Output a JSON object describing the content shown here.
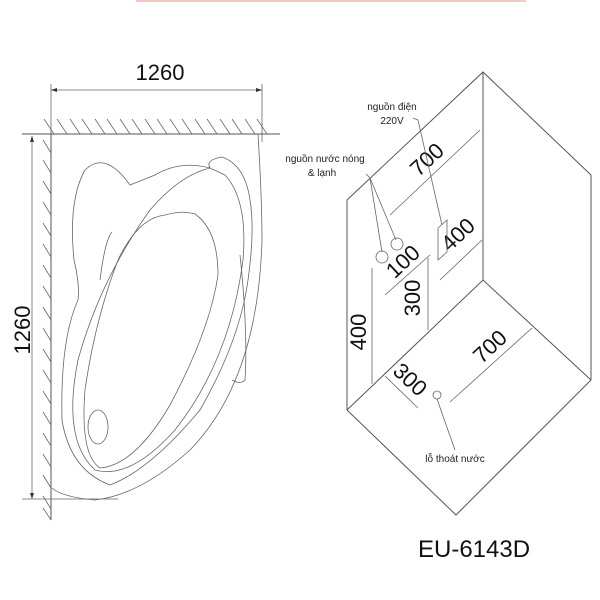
{
  "model_code": "EU-6143D",
  "top_view": {
    "width_dimension": "1260",
    "height_dimension": "1260"
  },
  "isometric_view": {
    "labels": {
      "power_supply": "nguồn điện",
      "power_voltage": "220V",
      "water_supply": "nguồn nước nóng",
      "water_supply_2": "& lạnh",
      "drain_hole": "lỗ thoát nước"
    },
    "dimensions": {
      "wall_top_width": "700",
      "socket_height": "400",
      "pipe_spacing": "100",
      "socket_from_floor": "300",
      "pipe_height": "400",
      "floor_length": "700",
      "drain_offset": "300"
    }
  },
  "colors": {
    "line": "#555555",
    "text": "#111111",
    "top_accent": "#f2c9c6"
  }
}
